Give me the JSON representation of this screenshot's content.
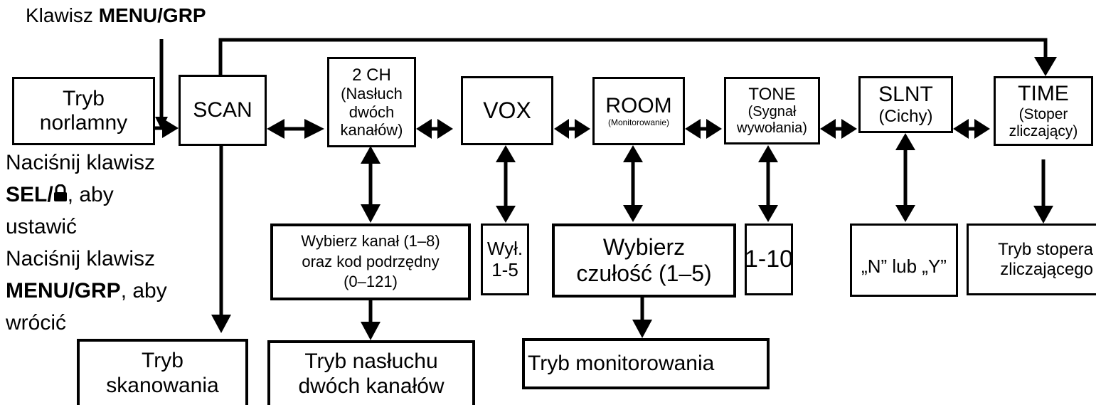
{
  "header": {
    "key_prefix": "Klawisz",
    "key_name": "MENU/GRP"
  },
  "instructions": {
    "line1": "Naciśnij klawisz",
    "key_sel": "SEL/",
    "line2_suffix": ", aby",
    "line3": "ustawić",
    "line4": "Naciśnij klawisz",
    "key_menu": "MENU/GRP",
    "line5_suffix": ", aby",
    "line6": "wrócić"
  },
  "normal_mode": {
    "line1": "Tryb",
    "line2": "norlamny"
  },
  "menu": {
    "scan": "SCAN",
    "two_ch": {
      "title": "2 CH",
      "sub1": "(Nasłuch",
      "sub2": "dwóch",
      "sub3": "kanałów)"
    },
    "vox": "VOX",
    "room": {
      "title": "ROOM",
      "sub": "(Monitorowanie)"
    },
    "tone": {
      "title": "TONE",
      "sub1": "(Sygnał",
      "sub2": "wywołania)"
    },
    "slnt": {
      "title": "SLNT",
      "sub": "(Cichy)"
    },
    "time": {
      "title": "TIME",
      "sub1": "(Stoper",
      "sub2": "zliczający)"
    }
  },
  "settings": {
    "two_ch": {
      "line1": "Wybierz kanał (1–8)",
      "line2": "oraz kod podrzędny",
      "line3": "(0–121)"
    },
    "vox": {
      "line1": "Wył.",
      "line2": "1-5"
    },
    "room": {
      "line1": "Wybierz",
      "line2": "czułość (1–5)"
    },
    "tone": "1-10",
    "slnt": "„N” lub „Y”",
    "time": {
      "line1": "Tryb stopera",
      "line2": "zliczającego"
    }
  },
  "modes": {
    "scan": {
      "line1": "Tryb",
      "line2": "skanowania"
    },
    "two_ch": {
      "line1": "Tryb nasłuchu",
      "line2": "dwóch kanałów"
    },
    "room": "Tryb monitorowania"
  },
  "colors": {
    "stroke": "#000000",
    "background": "#ffffff"
  }
}
